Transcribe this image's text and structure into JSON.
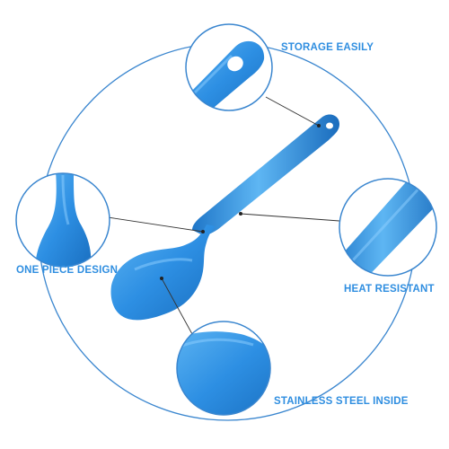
{
  "colors": {
    "accent": "#2f8ee0",
    "spatula_blue": "#2d8fe3",
    "spatula_light": "#5db4f2",
    "spatula_dark": "#1a6fc0",
    "ring": "#3a86cf",
    "connector": "#333333"
  },
  "features": {
    "storage": "STORAGE EASILY",
    "one_piece": "ONE PIECE DESIGN",
    "heat": "HEAT RESISTANT",
    "steel": "STAINLESS STEEL INSIDE"
  }
}
